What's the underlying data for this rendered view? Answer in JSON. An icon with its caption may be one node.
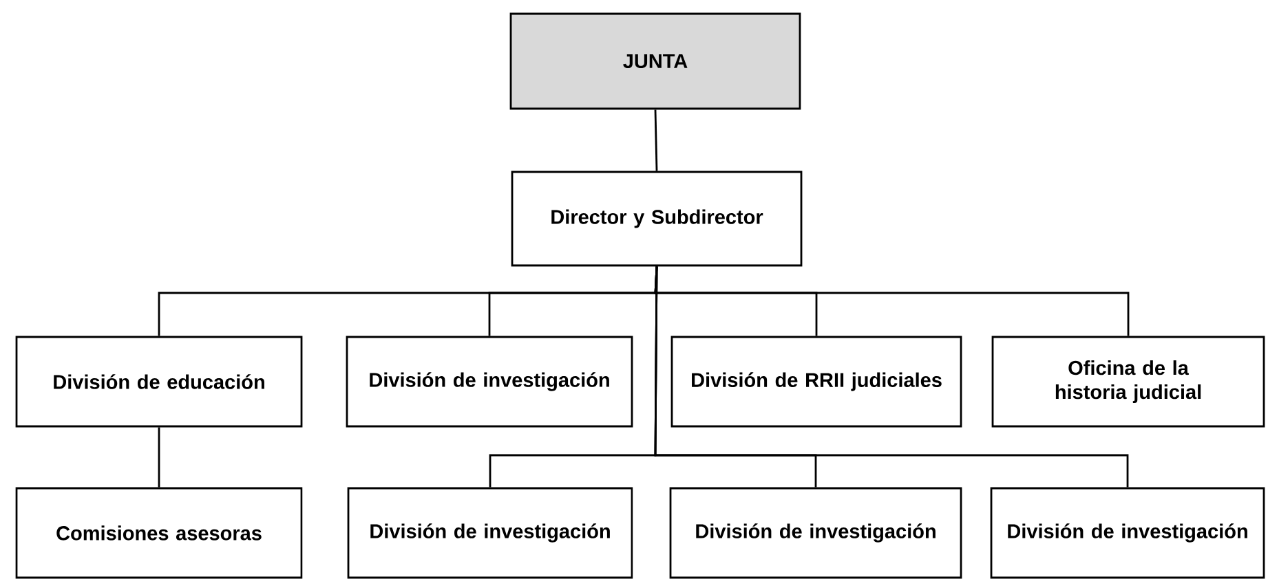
{
  "diagram": {
    "nodes": [
      {
        "text": [
          "JUNTA"
        ]
      },
      {
        "text": [
          "Director y Subdirector"
        ]
      },
      {
        "text": [
          "División de educación"
        ]
      },
      {
        "text": [
          "División de investigación"
        ]
      },
      {
        "text": [
          "División de RRII judiciales"
        ]
      },
      {
        "text": [
          "Oficina de la historia judicial"
        ]
      },
      {
        "text": [
          "Comisiones asesoras"
        ]
      },
      {
        "text": [
          "División de investigación"
        ]
      },
      {
        "text": [
          "División de investigación"
        ]
      },
      {
        "text": [
          "División de investigación"
        ]
      }
    ],
    "edges": [
      {
        "from": 0,
        "to": 1,
        "arrow": "none"
      },
      {
        "from": 1,
        "to": 2,
        "arrow": "none"
      },
      {
        "from": 1,
        "to": 3,
        "arrow": "none"
      },
      {
        "from": 1,
        "to": 4,
        "arrow": "none"
      },
      {
        "from": 1,
        "to": 5,
        "arrow": "none"
      },
      {
        "from": 2,
        "to": 6,
        "arrow": "none"
      },
      {
        "from": 1,
        "to": 7,
        "arrow": "none"
      },
      {
        "from": 1,
        "to": 8,
        "arrow": "none"
      },
      {
        "from": 1,
        "to": 9,
        "arrow": "none"
      }
    ]
  }
}
